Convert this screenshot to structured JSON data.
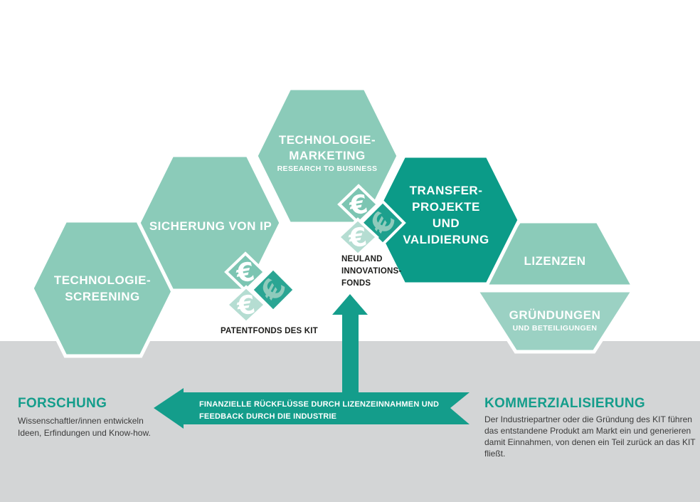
{
  "colors": {
    "teal_dark": "#0b9b88",
    "teal_light": "#8bcbb9",
    "teal_lighter": "#9bd1c3",
    "teal_lightest": "#b5ddd2",
    "teal_mid": "#7cc5b2",
    "cube_dark": "#2aa593",
    "cube_on_dark": "#1da08d",
    "arrow_teal": "#149d8b",
    "heading_teal": "#149d8b",
    "band_gray": "#d3d5d6",
    "white": "#ffffff",
    "euro_light": "#8fcbbc"
  },
  "stages": {
    "screening": {
      "line1": "TECHNOLOGIE-",
      "line2": "SCREENING"
    },
    "sicherung": {
      "label": "SICHERUNG VON IP"
    },
    "marketing": {
      "line1": "TECHNOLOGIE-",
      "line2": "MARKETING",
      "subtitle": "RESEARCH TO BUSINESS"
    },
    "transfer": {
      "line1": "TRANSFER-",
      "line2": "PROJEKTE",
      "line3": "UND",
      "line4": "VALIDIERUNG"
    },
    "lizenzen": {
      "label": "LIZENZEN"
    },
    "gruendungen": {
      "label": "GRÜNDUNGEN",
      "subtitle": "UND BETEILIGUNGEN"
    }
  },
  "funds": {
    "patentfonds": {
      "label": "PATENTFONDS DES KIT",
      "euro": "€"
    },
    "neuland": {
      "line1": "NEULAND",
      "line2": "INNOVATIONS-",
      "line3": "FONDS",
      "euro": "€"
    }
  },
  "bottom": {
    "forschung": {
      "title": "FORSCHUNG",
      "desc_line1": "Wissenschaftler/innen entwickeln",
      "desc_line2": "Ideen, Erfindungen und Know-how."
    },
    "kommerzialisierung": {
      "title": "KOMMERZIALISIERUNG",
      "desc_line1": "Der Industriepartner oder die Gründung des KIT führen",
      "desc_line2": "das entstandene Produkt am Markt ein und generieren",
      "desc_line3": "damit Einnahmen, von denen ein Teil zurück an das KIT",
      "desc_line4": "fließt."
    },
    "feedback_arrow": {
      "line1": "FINANZIELLE RÜCKFLÜSSE DURCH LIZENZEINNAHMEN UND",
      "line2": "FEEDBACK DURCH DIE INDUSTRIE"
    }
  }
}
